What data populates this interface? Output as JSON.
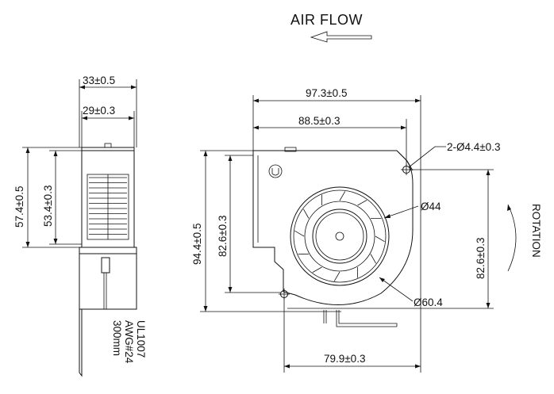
{
  "title": "AIR FLOW",
  "side_view": {
    "width_outer": "33±0.5",
    "width_inner": "29±0.3",
    "height_outer": "57.4±0.5",
    "height_inner": "53.4±0.3",
    "cable_line1": "UL1007",
    "cable_line2": "AWG#24",
    "cable_line3": "300mm"
  },
  "front_view": {
    "width_overall": "97.3±0.5",
    "width_inner": "88.5±0.3",
    "mount_holes": "2-Ø4.4±0.3",
    "height_overall": "94.4±0.5",
    "height_inner": "82.6±0.3",
    "hole_spacing_vertical": "82.6±0.3",
    "hole_spacing_horizontal": "79.9±0.3",
    "hub_diameter": "Ø44",
    "impeller_diameter": "Ø60.4",
    "rotation": "ROTATION"
  }
}
